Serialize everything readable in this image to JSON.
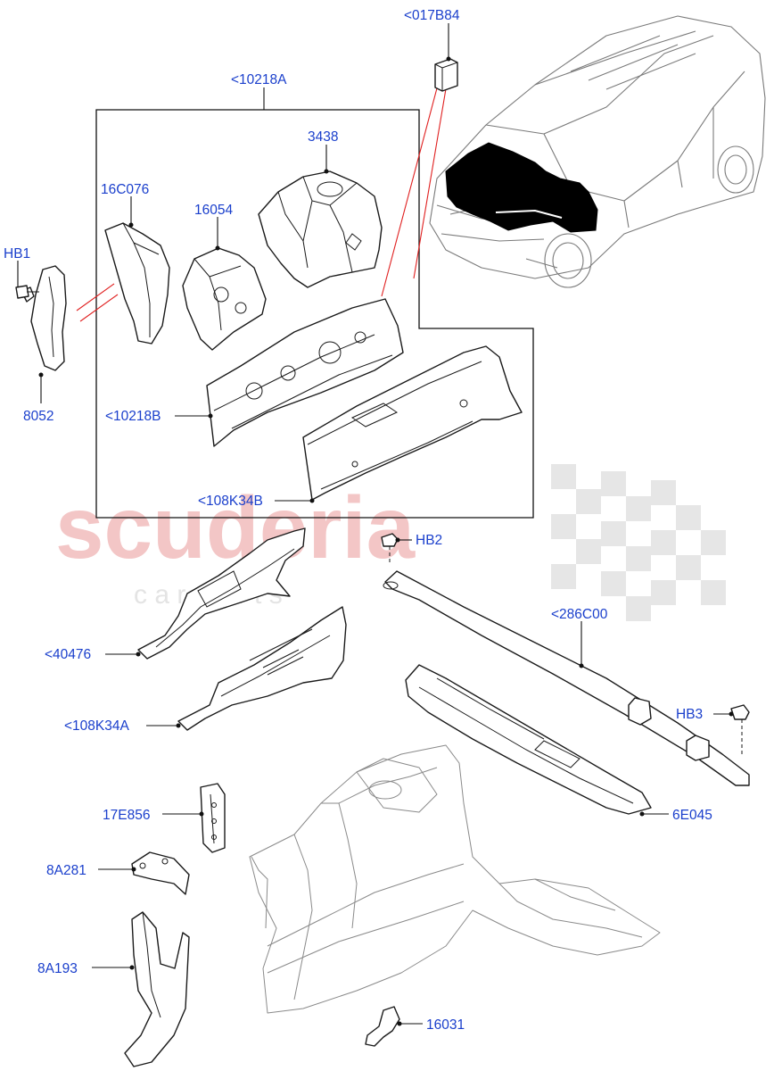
{
  "watermark": {
    "brand": "scuderia",
    "sub": "c a r   p a r t s"
  },
  "colors": {
    "label": "#1a3fcc",
    "watermark": "#f3c6c6",
    "leader_red": "#e02020"
  },
  "labels": {
    "l_017B84": "<017B84",
    "l_10218A": "<10218A",
    "l_3438": "3438",
    "l_16C076": "16C076",
    "l_16054": "16054",
    "l_HB1": "HB1",
    "l_8052": "8052",
    "l_10218B": "<10218B",
    "l_108K34B": "<108K34B",
    "l_HB2": "HB2",
    "l_286C00": "<286C00",
    "l_40476": "<40476",
    "l_108K34A": "<108K34A",
    "l_HB3": "HB3",
    "l_6E045": "6E045",
    "l_17E856": "17E856",
    "l_8A281": "8A281",
    "l_8A193": "8A193",
    "l_16031": "16031"
  }
}
